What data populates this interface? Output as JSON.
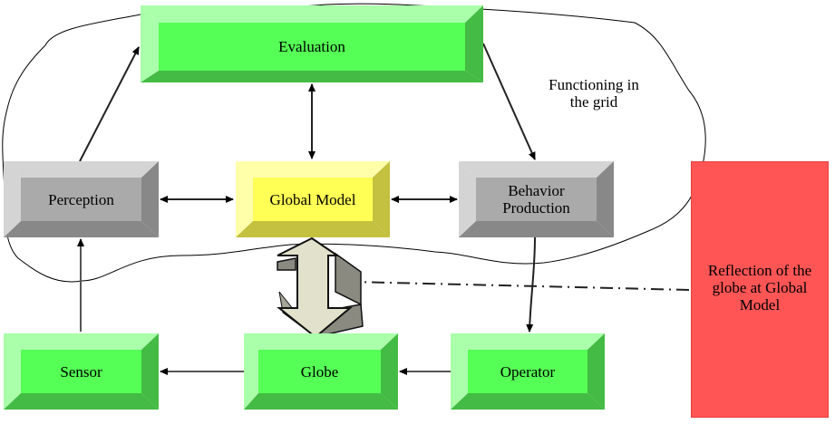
{
  "diagram": {
    "cloud_label": "Functioning in the grid",
    "cloud_label_lines": [
      "Functioning in",
      "the grid"
    ],
    "nodes": {
      "evaluation": {
        "label": "Evaluation",
        "color": "green"
      },
      "perception": {
        "label": "Perception",
        "color": "gray"
      },
      "global_model": {
        "label": "Global Model",
        "color": "yellow"
      },
      "behavior_production": {
        "label": "Behavior Production",
        "lines": [
          "Behavior",
          "Production"
        ],
        "color": "gray"
      },
      "sensor": {
        "label": "Sensor",
        "color": "green"
      },
      "globe": {
        "label": "Globe",
        "color": "green"
      },
      "operator": {
        "label": "Operator",
        "color": "green"
      }
    },
    "reflection_box": {
      "label": "Reflection of the globe at Global Model",
      "lines": [
        "Reflection of the",
        "globe at Global",
        "Model"
      ],
      "color": "#ff5555"
    },
    "edges": [
      {
        "from": "perception",
        "to": "evaluation",
        "type": "arrow"
      },
      {
        "from": "evaluation",
        "to": "global_model",
        "type": "bidirectional"
      },
      {
        "from": "evaluation",
        "to": "behavior_production",
        "type": "arrow"
      },
      {
        "from": "perception",
        "to": "global_model",
        "type": "bidirectional"
      },
      {
        "from": "global_model",
        "to": "behavior_production",
        "type": "bidirectional"
      },
      {
        "from": "behavior_production",
        "to": "operator",
        "type": "arrow"
      },
      {
        "from": "operator",
        "to": "globe",
        "type": "arrow"
      },
      {
        "from": "globe",
        "to": "sensor",
        "type": "arrow"
      },
      {
        "from": "sensor",
        "to": "perception",
        "type": "arrow"
      },
      {
        "from": "globe",
        "to": "global_model",
        "type": "3d-double-arrow"
      },
      {
        "from": "reflection_box",
        "to": "3d-double-arrow",
        "type": "dash-dot-arrow"
      }
    ],
    "palette": {
      "green_light": "#aaffaa",
      "green_face": "#55ff55",
      "green_dark": "#44bb44",
      "gray_light": "#d4d4d4",
      "gray_face": "#aaaaaa",
      "gray_dark": "#888888",
      "yellow_light": "#ffffaa",
      "yellow_face": "#ffff55",
      "yellow_dark": "#c4c040",
      "arrow_light": "#e0e0c8",
      "arrow_dark": "#8a8a80"
    }
  }
}
